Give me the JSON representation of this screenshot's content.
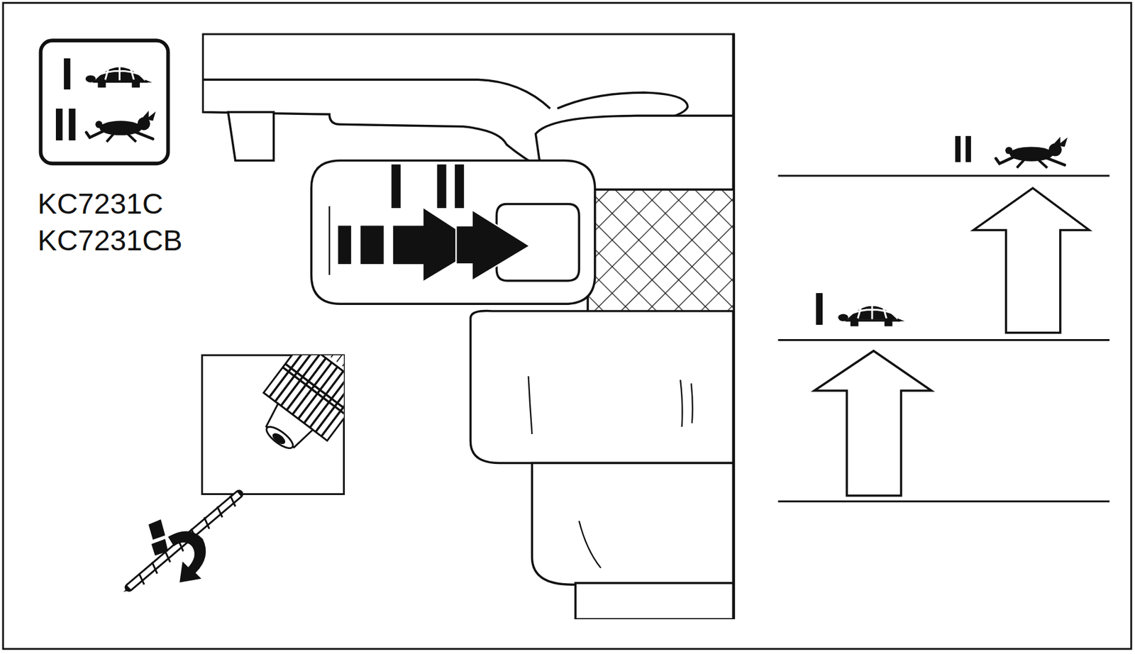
{
  "diagram": {
    "labels": [
      "KC7231C",
      "KC7231CB",
      "I",
      "II",
      "II",
      "I"
    ],
    "legend": [
      {
        "text": "I"
      },
      {
        "text": "II"
      }
    ]
  }
}
